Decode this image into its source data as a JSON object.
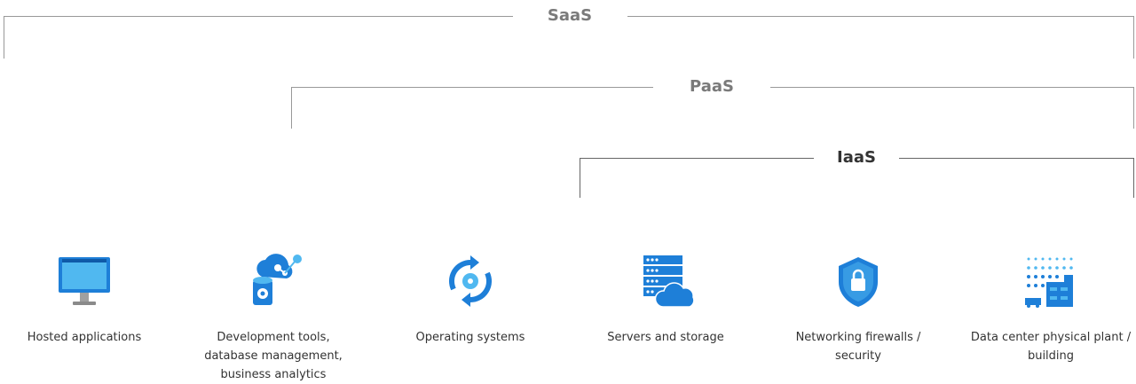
{
  "tiers": {
    "saas": "SaaS",
    "paas": "PaaS",
    "iaas": "IaaS"
  },
  "items": [
    {
      "label": "Hosted applications",
      "icon": "monitor-icon"
    },
    {
      "label": "Development tools, database management, business analytics",
      "icon": "dev-tools-icon"
    },
    {
      "label": "Operating systems",
      "icon": "os-sync-icon"
    },
    {
      "label": "Servers and storage",
      "icon": "server-cloud-icon"
    },
    {
      "label": "Networking firewalls / security",
      "icon": "shield-lock-icon"
    },
    {
      "label": "Data center physical plant / building",
      "icon": "datacenter-icon"
    }
  ],
  "colors": {
    "bracket": "#999999",
    "iaas_bracket": "#666666",
    "icon_blue": "#1e7fd8",
    "icon_light": "#50b8f0"
  }
}
